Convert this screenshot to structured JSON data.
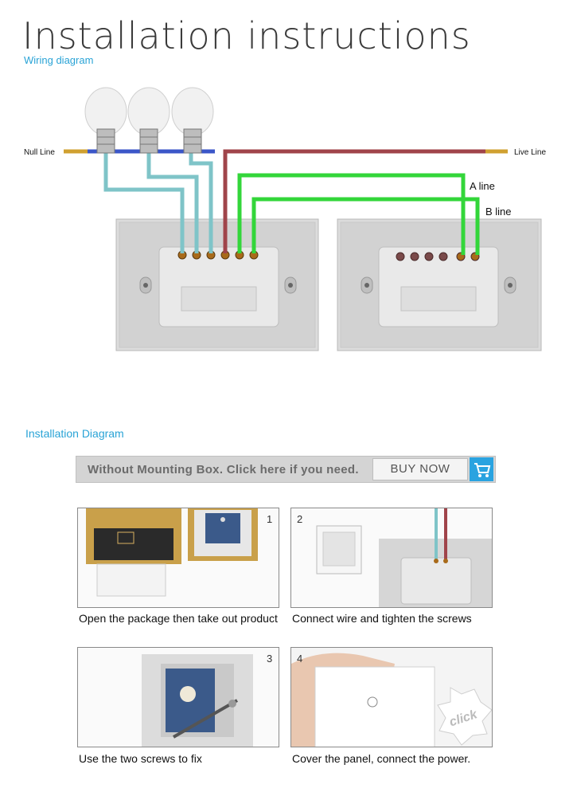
{
  "header": {
    "title": "Installation instructions",
    "subtitle": "Wiring diagram"
  },
  "wiring": {
    "null_label": "Null Line",
    "live_label": "Live Line",
    "a_label": "A line",
    "b_label": "B line",
    "colors": {
      "neutral": "#3b56c8",
      "live": "#a0444a",
      "line_a": "#33d63a",
      "line_b": "#33d63a",
      "load": "#7fc4c8",
      "panel": "#dcdcdc"
    }
  },
  "install": {
    "heading": "Installation Diagram",
    "banner_text": "Without Mounting Box. Click here if you need.",
    "buy_label": "BUY NOW",
    "steps": [
      {
        "num": "1",
        "caption": "Open the package then take out product"
      },
      {
        "num": "2",
        "caption": "Connect wire and tighten the screws"
      },
      {
        "num": "3",
        "caption": "Use the two screws to fix"
      },
      {
        "num": "4",
        "caption": "Cover the panel, connect the power."
      }
    ],
    "click_text": "click"
  }
}
